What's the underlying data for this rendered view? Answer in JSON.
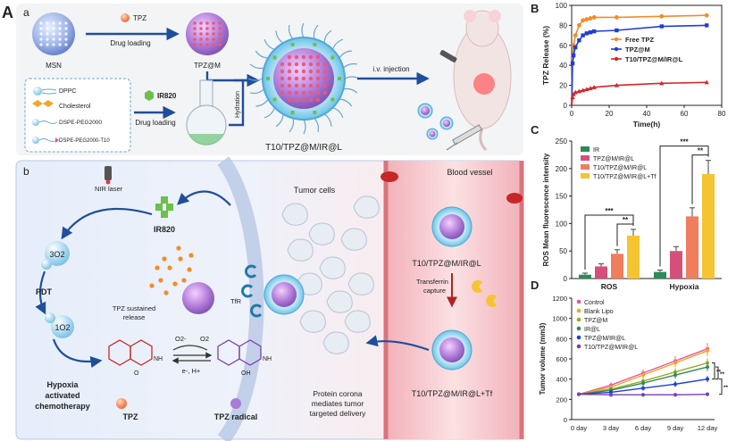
{
  "panel_a": {
    "letter_big": "A",
    "letter": "a",
    "msn": "MSN",
    "tpz": "TPZ",
    "drug_loading": "Drug loading",
    "tpz_m": "TPZ@M",
    "lipids": [
      "DPPC",
      "Cholesterol",
      "DSPE-PEG2000",
      "DSPE-PEG2000-T10"
    ],
    "ir820": "IR820",
    "drug_loading2": "Drug loading",
    "hydration": "Hydration",
    "iv": "i.v. injection",
    "product": "T10/TPZ@M/IR@L"
  },
  "panel_b": {
    "letter": "b",
    "nir": "NIR laser",
    "ir820": "IR820",
    "o3": "3O2",
    "o1": "1O2",
    "pdt": "PDT",
    "hypoxia": [
      "Hypoxia",
      "activated",
      "chemotherapy"
    ],
    "sustained": [
      "TPZ sustained",
      "release"
    ],
    "tfr": "TfR",
    "tumor_cells": "Tumor cells",
    "blood_vessel": "Blood vessel",
    "np1": "T10/TPZ@M/IR@L",
    "transferrin": [
      "Transferrin",
      "capture"
    ],
    "np2": "T10/TPZ@M/IR@L+Tf",
    "protein": [
      "Protein corona",
      "mediates tumor",
      "targeted delivery"
    ],
    "tpz": "TPZ",
    "tpz_radical": "TPZ radical",
    "o2minus": "O2-",
    "o2": "O2",
    "e_h": "e-, H+"
  },
  "panel_B": {
    "letter": "B",
    "chart_data": {
      "type": "line",
      "xlabel": "Time(h)",
      "ylabel": "TPZ Release (%)",
      "xlim": [
        0,
        80
      ],
      "ylim": [
        0,
        100
      ],
      "xticks": [
        0,
        20,
        40,
        60,
        80
      ],
      "yticks": [
        0,
        20,
        40,
        60,
        80,
        100
      ],
      "x": [
        0,
        0.5,
        1,
        2,
        4,
        6,
        8,
        10,
        12,
        24,
        48,
        72
      ],
      "series": [
        {
          "name": "Free TPZ",
          "color": "#f28c28",
          "values": [
            0,
            48,
            60,
            70,
            80,
            85,
            86,
            87,
            88,
            88,
            89,
            90
          ]
        },
        {
          "name": "TPZ@M",
          "color": "#1f3fd1",
          "values": [
            0,
            42,
            50,
            58,
            65,
            70,
            72,
            73,
            74,
            75,
            79,
            80
          ]
        },
        {
          "name": "T10/TPZ@M/IR@L",
          "color": "#d62728",
          "values": [
            0,
            8,
            11,
            13,
            14,
            15,
            16,
            17,
            18,
            20,
            22,
            23
          ]
        }
      ]
    }
  },
  "panel_C": {
    "letter": "C",
    "chart_data": {
      "type": "bar",
      "ylabel": "ROS Mean fluorescence intensity",
      "ylim": [
        0,
        250
      ],
      "yticks": [
        0,
        50,
        100,
        150,
        200,
        250
      ],
      "categories": [
        "ROS",
        "Hypoxia"
      ],
      "series": [
        {
          "name": "IR",
          "color": "#2e8b57",
          "values": [
            7,
            12
          ]
        },
        {
          "name": "TPZ@M/IR@L",
          "color": "#d4507a",
          "values": [
            22,
            50
          ]
        },
        {
          "name": "T10/TPZ@M/IR@L",
          "color": "#ef7d5e",
          "values": [
            45,
            113
          ]
        },
        {
          "name": "T10/TPZ@M/IR@L+Tf",
          "color": "#f5c431",
          "values": [
            78,
            190
          ]
        }
      ],
      "significance": [
        "***",
        "**",
        "***",
        "**"
      ]
    }
  },
  "panel_D": {
    "letter": "D",
    "chart_data": {
      "type": "line",
      "ylabel": "Tumor volume (mm3)",
      "ylim": [
        0,
        1200
      ],
      "yticks": [
        0,
        200,
        400,
        600,
        800,
        1000,
        1200
      ],
      "categories": [
        "0 day",
        "3 day",
        "6 day",
        "9 day",
        "12 day"
      ],
      "series": [
        {
          "name": "Control",
          "color": "#e8559b",
          "values": [
            250,
            340,
            460,
            580,
            700
          ]
        },
        {
          "name": "Blank Lipo",
          "color": "#f5a623",
          "values": [
            250,
            320,
            440,
            560,
            680
          ]
        },
        {
          "name": "TPZ@M",
          "color": "#9aaa2a",
          "values": [
            250,
            300,
            380,
            470,
            560
          ]
        },
        {
          "name": "IR@L",
          "color": "#2e8b57",
          "values": [
            250,
            290,
            360,
            440,
            520
          ]
        },
        {
          "name": "TPZ@M/IR@L",
          "color": "#1f3fd1",
          "values": [
            250,
            270,
            310,
            350,
            400
          ]
        },
        {
          "name": "T10/TPZ@M/IR@L",
          "color": "#7b3fb0",
          "values": [
            250,
            245,
            245,
            245,
            250
          ]
        }
      ],
      "significance": [
        "**",
        "**",
        "**"
      ]
    }
  }
}
